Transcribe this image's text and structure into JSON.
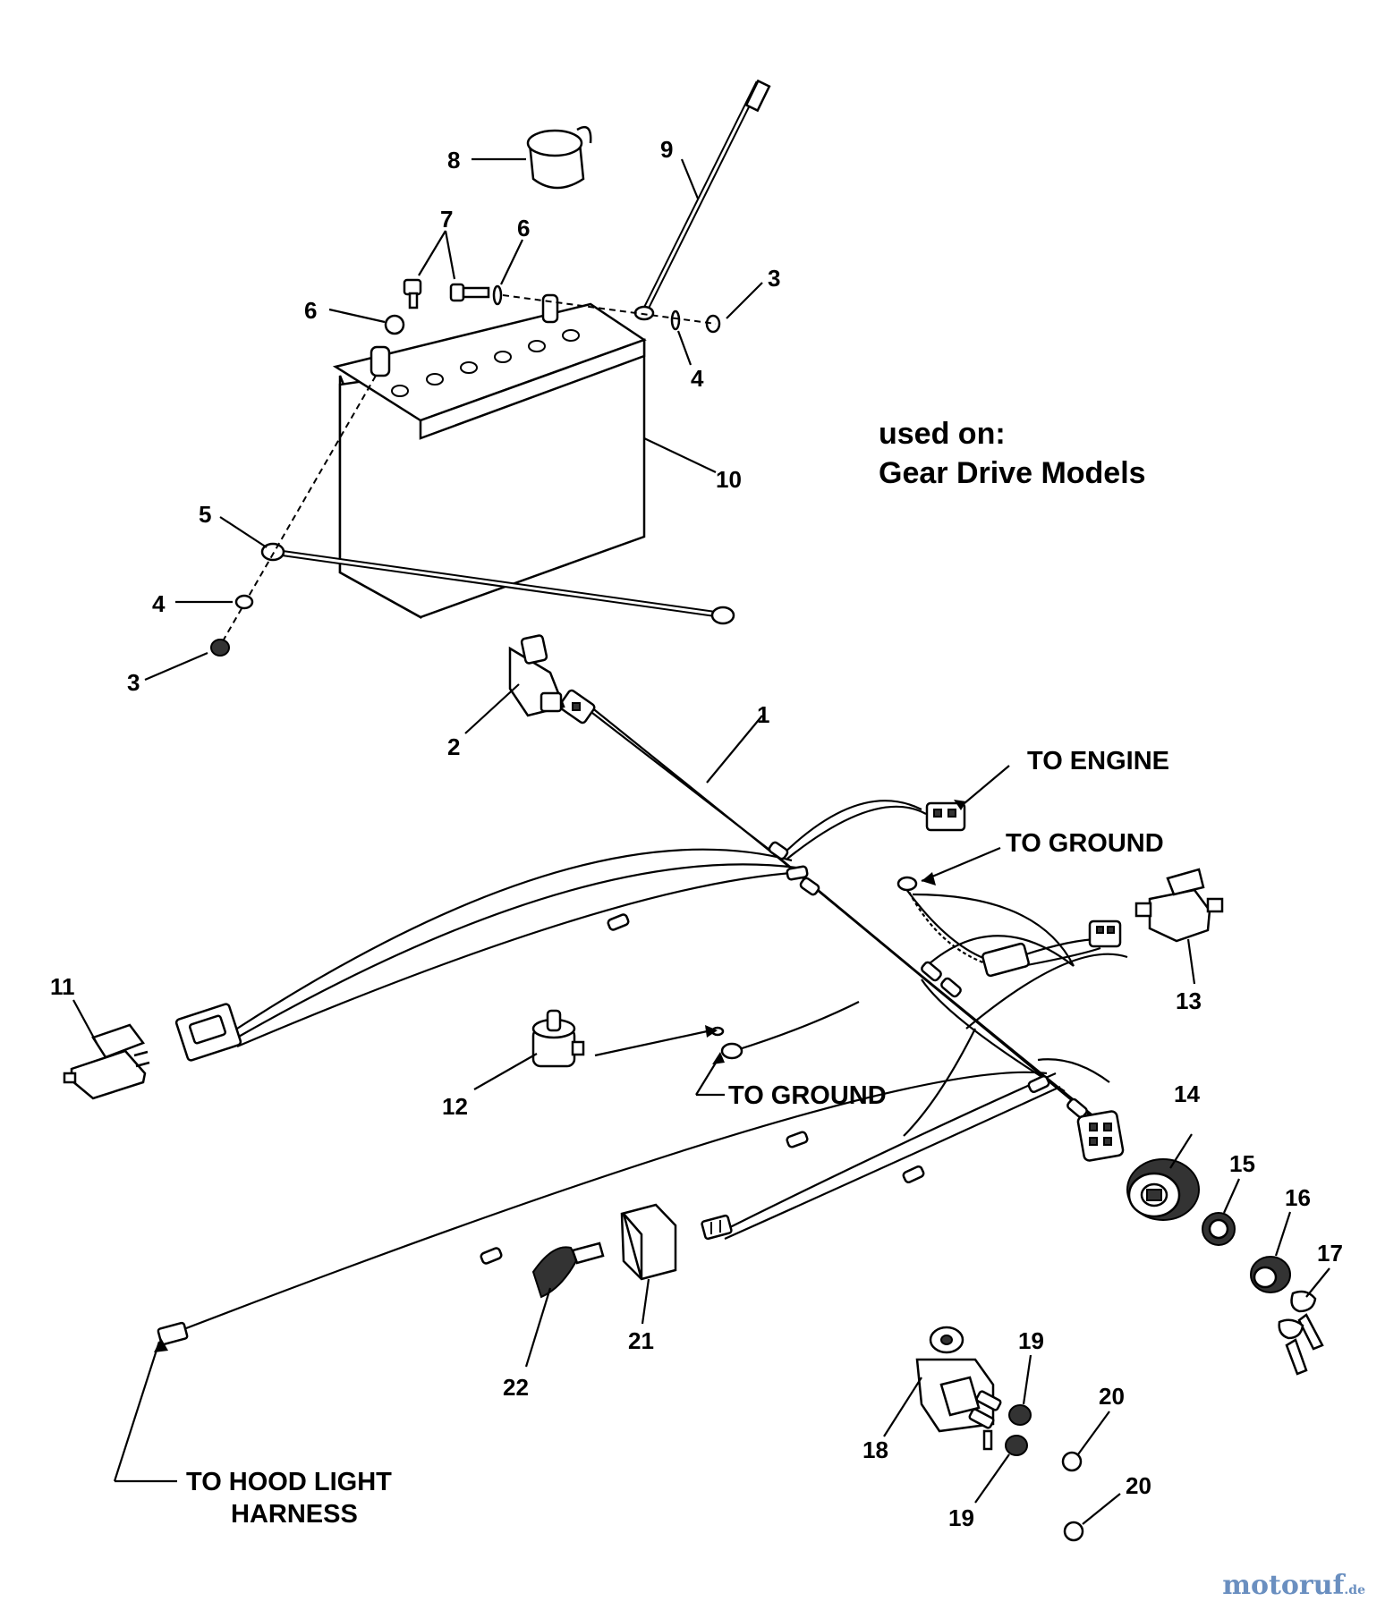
{
  "note": {
    "line1": "used on:",
    "line2": "Gear Drive Models"
  },
  "labels": {
    "to_engine": "TO ENGINE",
    "to_ground_upper": "TO GROUND",
    "to_ground_lower": "TO GROUND",
    "to_hood_line1": "TO HOOD LIGHT",
    "to_hood_line2": "HARNESS"
  },
  "callouts": [
    "1",
    "2",
    "3",
    "3",
    "4",
    "4",
    "5",
    "6",
    "6",
    "7",
    "8",
    "9",
    "10",
    "11",
    "12",
    "13",
    "14",
    "15",
    "16",
    "17",
    "18",
    "19",
    "19",
    "20",
    "20",
    "21",
    "22"
  ],
  "watermark": {
    "name": "motoruf",
    "suffix": ".de"
  }
}
